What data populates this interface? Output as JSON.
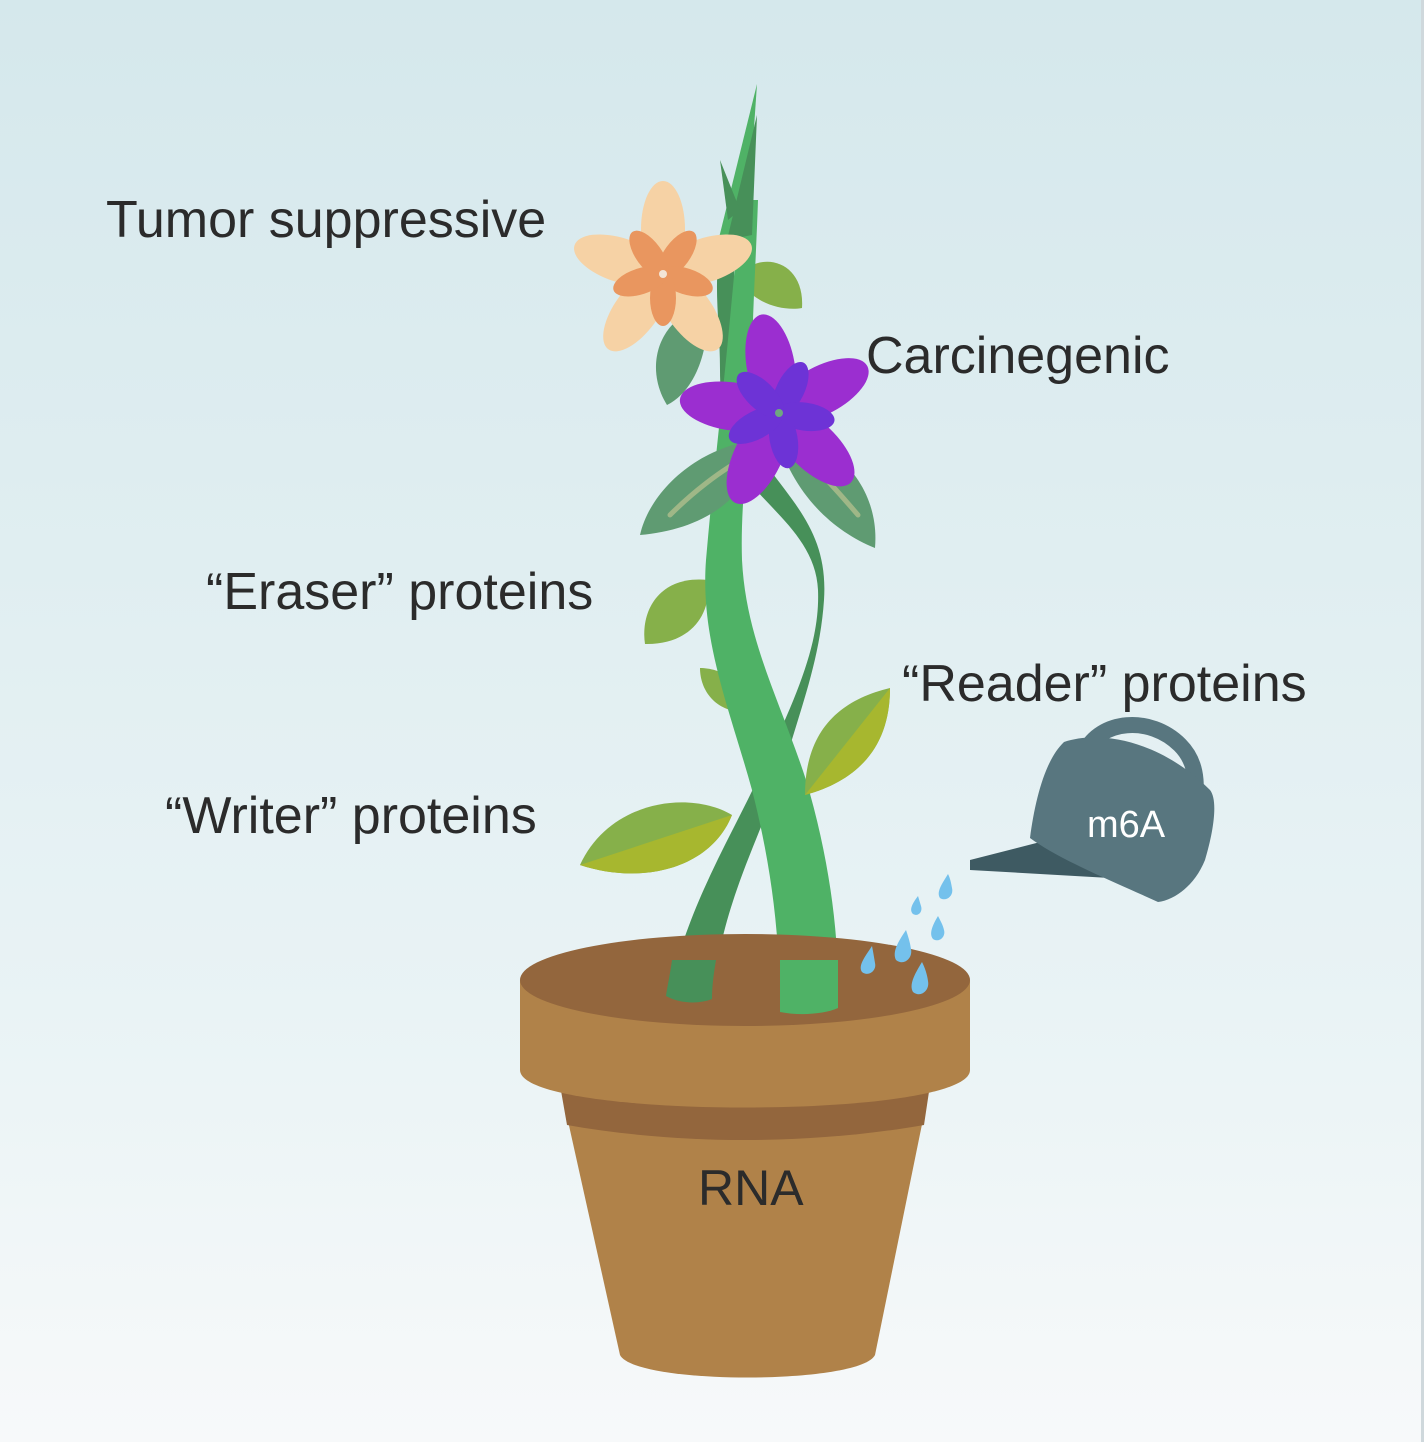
{
  "labels": {
    "tumor_suppressive": "Tumor suppressive",
    "carcinogenic": "Carcinegenic",
    "eraser": "“Eraser” proteins",
    "reader": "“Reader” proteins",
    "writer": "“Writer” proteins",
    "pot": "RNA",
    "watering_can": "m6A"
  },
  "colors": {
    "background_top": "#d5e8ec",
    "background_bottom": "#f6f9fa",
    "stem_light": "#4fb266",
    "stem_dark": "#479059",
    "leaf_teal": "#5f9b72",
    "leaf_green": "#86b04a",
    "leaf_yellow": "#a7b72f",
    "flower_peach": "#f6d2a5",
    "flower_orange": "#e9965f",
    "flower_purple": "#9b2ed0",
    "flower_violet": "#6d33d6",
    "pot_rim": "#b08249",
    "pot_soil": "#93663d",
    "watering_can": "#58767f",
    "water_drop": "#74c1ec"
  }
}
